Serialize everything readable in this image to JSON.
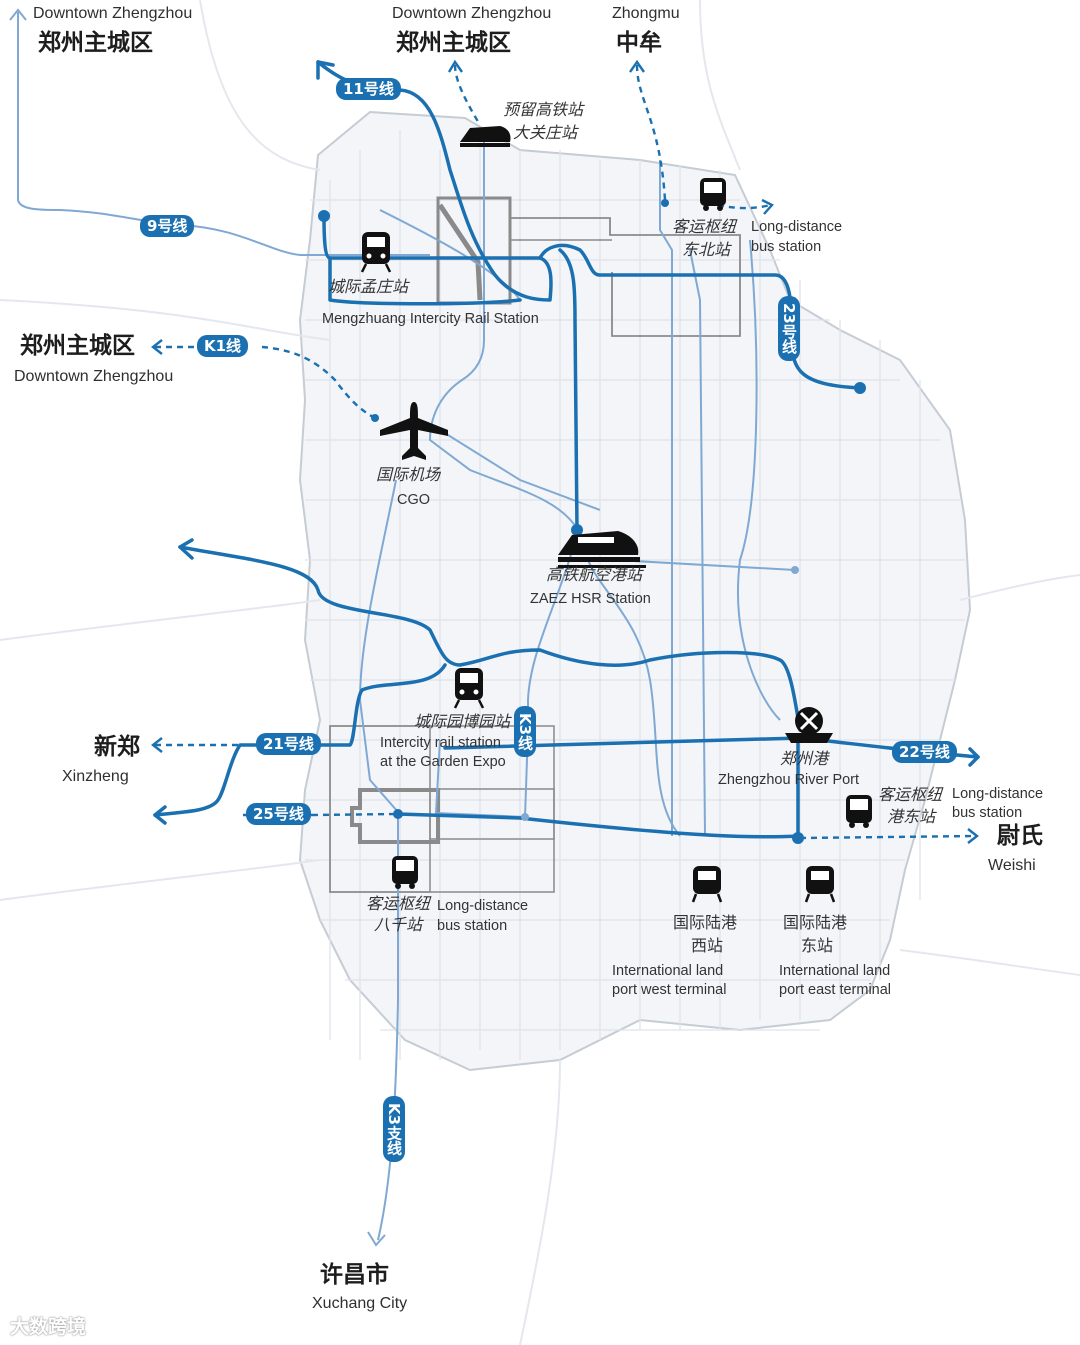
{
  "labels": {
    "nw_top_en": "Downtown Zhengzhou",
    "nw_top_zh": "郑州主城区",
    "n_top_en": "Downtown Zhengzhou",
    "n_top_zh": "郑州主城区",
    "zhongmu_en": "Zhongmu",
    "zhongmu_zh": "中牟",
    "reserved_hsr_1": "预留高铁站",
    "reserved_hsr_2": "大关庄站",
    "ne_bus_zh_1": "客运枢纽",
    "ne_bus_zh_2": "东北站",
    "ne_bus_en_1": "Long-distance",
    "ne_bus_en_2": "bus station",
    "mengzhuang_zh": "城际孟庄站",
    "mengzhuang_en": "Mengzhuang Intercity Rail Station",
    "w_mid_zh": "郑州主城区",
    "w_mid_en": "Downtown Zhengzhou",
    "airport_zh": "国际机场",
    "airport_en": "CGO",
    "hsr_zh": "高铁航空港站",
    "hsr_en": "ZAEZ HSR Station",
    "expo_zh": "城际园博园站",
    "expo_en_1": "Intercity rail station",
    "expo_en_2": "at the Garden Expo",
    "xinzheng_zh": "新郑",
    "xinzheng_en": "Xinzheng",
    "river_port_zh": "郑州港",
    "river_port_en": "Zhengzhou River Port",
    "se_bus_zh_1": "客运枢纽",
    "se_bus_zh_2": "港东站",
    "se_bus_en_1": "Long-distance",
    "se_bus_en_2": "bus station",
    "weishi_zh": "尉氏",
    "weishi_en": "Weishi",
    "sw_bus_zh_1": "客运枢纽",
    "sw_bus_zh_2": "八千站",
    "sw_bus_en_1": "Long-distance",
    "sw_bus_en_2": "bus station",
    "west_terminal_zh_1": "国际陆港",
    "west_terminal_zh_2": "西站",
    "west_terminal_en_1": "International land",
    "west_terminal_en_2": "port west terminal",
    "east_terminal_zh_1": "国际陆港",
    "east_terminal_zh_2": "东站",
    "east_terminal_en_1": "International land",
    "east_terminal_en_2": "port east terminal",
    "xuchang_zh": "许昌市",
    "xuchang_en": "Xuchang City"
  },
  "lines": {
    "l11": "11号线",
    "l9": "9号线",
    "lk1": "K1线",
    "l23": "23号线",
    "l21": "21号线",
    "l25": "25号线",
    "l22": "22号线",
    "lk3": "K3线",
    "lk3b": "K3支线"
  },
  "watermark": "大数跨境",
  "colors": {
    "metro": "#1a70b0",
    "light_route": "#7fa9d3",
    "district_outline": "#b9c3cc",
    "zone_gray": "#8a8a8a"
  },
  "icons": [
    "train-icon",
    "plane-icon",
    "hsr-train-icon",
    "bus-icon",
    "port-icon"
  ]
}
